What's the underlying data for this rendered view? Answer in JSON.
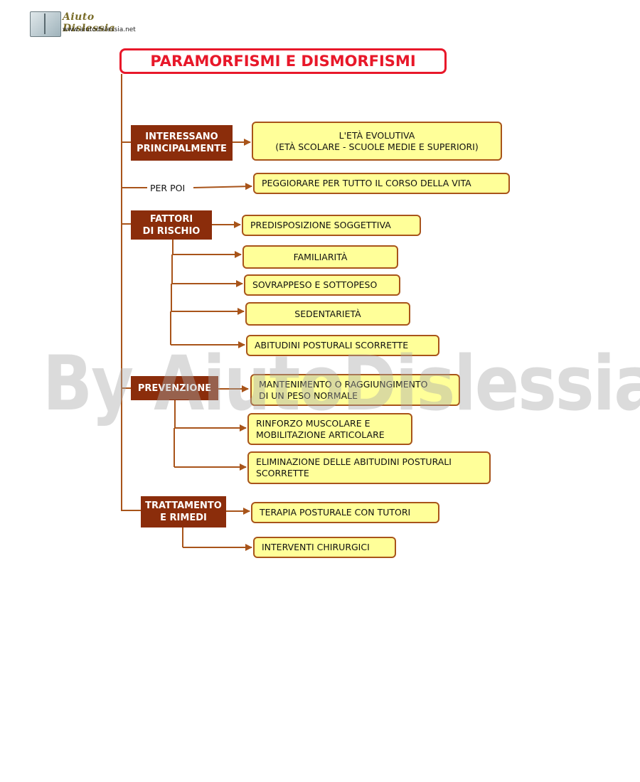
{
  "logo": {
    "title": "Aiuto Dislessia",
    "url": "www.aiutodislessia.net"
  },
  "watermark": "By AiutoDislessia.net",
  "title": "PARAMORFISMI E DISMORFISMI",
  "categories": {
    "interessano": "INTERESSANO\nPRINCIPALMENTE",
    "fattori": "FATTORI\nDI RISCHIO",
    "prevenzione": "PREVENZIONE",
    "trattamento": "TRATTAMENTO\nE RIMEDI"
  },
  "per_poi": "PER POI",
  "boxes": {
    "eta_evolutiva": "L'ETÀ EVOLUTIVA\n(ETÀ SCOLARE - SCUOLE MEDIE E SUPERIORI)",
    "peggiorare": "PEGGIORARE PER TUTTO IL CORSO DELLA VITA",
    "predisposizione": "PREDISPOSIZIONE SOGGETTIVA",
    "familiarita": "FAMILIARITÀ",
    "sovrappeso": "SOVRAPPESO E SOTTOPESO",
    "sedentarieta": "SEDENTARIETÀ",
    "abitudini": "ABITUDINI POSTURALI SCORRETTE",
    "mantenimento": "MANTENIMENTO O RAGGIUNGIMENTO\nDI UN PESO NORMALE",
    "rinforzo": "RINFORZO MUSCOLARE E\nMOBILITAZIONE ARTICOLARE",
    "eliminazione": "ELIMINAZIONE DELLE ABITUDINI POSTURALI\nSCORRETTE",
    "terapia": "TERAPIA POSTURALE CON TUTORI",
    "interventi": "INTERVENTI CHIRURGICI"
  },
  "colors": {
    "title_border": "#e8182a",
    "category_fill": "#8b2d0b",
    "box_fill": "#ffff99",
    "line": "#a8541a"
  }
}
